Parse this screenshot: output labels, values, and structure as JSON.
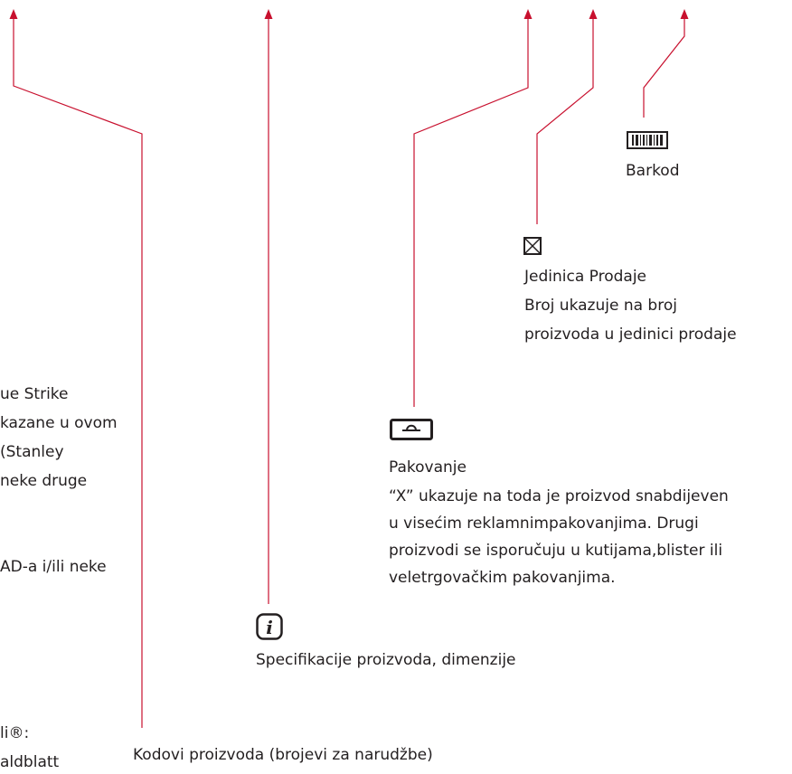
{
  "left_fragments": [
    "ue Strike",
    "kazane u ovom",
    "(Stanley",
    "neke druge",
    "AD-a i/ili neke",
    "li®:",
    "aldblatt"
  ],
  "legend": {
    "barcode": {
      "icon": "barcode-icon",
      "label": "Barkod"
    },
    "sales_unit": {
      "icon": "boxed-x-icon",
      "title": "Jedinica Prodaje",
      "lines": [
        "Broj ukazuje na broj",
        "proizvoda u jedinici prodaje"
      ]
    },
    "packaging": {
      "icon": "hanging-pack-icon",
      "title": "Pakovanje",
      "lines": [
        "“X” ukazuje na toda je proizvod snabdijeven",
        "u visećim reklamnimpakovanjima. Drugi",
        "proizvodi se isporučuju u kutijama,blister ili",
        "veletrgovačkim pakovanjima."
      ]
    },
    "specs": {
      "icon": "info-icon",
      "label": "Specifikacije proizvoda, dimenzije"
    },
    "codes": {
      "label": "Kodovi proizvoda (brojevi za narudžbe)"
    }
  },
  "colors": {
    "leader": "#c8102e",
    "text": "#231f20"
  }
}
